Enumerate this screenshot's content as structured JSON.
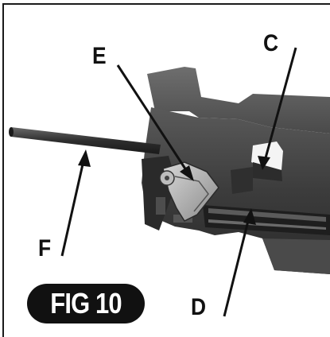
{
  "figure": {
    "badge_label": "FIG 10"
  },
  "callouts": {
    "e": "E",
    "c": "C",
    "f": "F",
    "d": "D"
  },
  "colors": {
    "ink": "#111111",
    "tool_body": "#3a3a3a",
    "background": "#ffffff"
  }
}
